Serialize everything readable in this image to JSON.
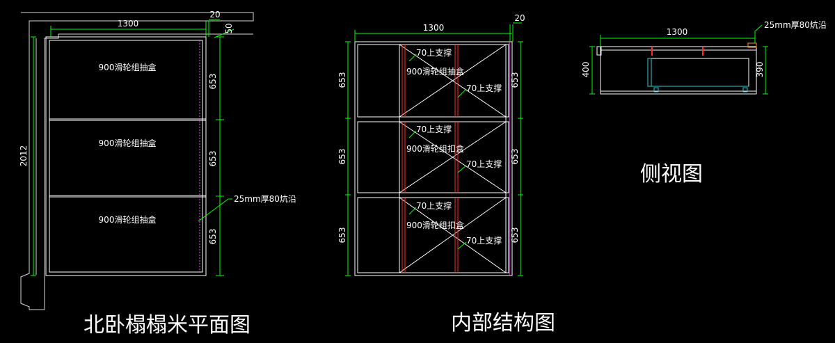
{
  "plan": {
    "title": "北卧榻榻米平面图",
    "width_dim": "1300",
    "edge_dim": "20",
    "top_dim": "50",
    "height_dim": "2012",
    "drawer_label": "900滑轮组抽盒",
    "section_dim": "653",
    "edge_note": "25mm厚80炕沿"
  },
  "structure": {
    "title": "内部结构图",
    "width_dim": "1300",
    "edge_dim": "20",
    "section_dim": "653",
    "support_label": "70上支撑",
    "drawer_label_1": "900滑轮组抽盒",
    "drawer_label_2": "900滑轮组扣盒",
    "drawer_label_3": "900滑轮组扣盒"
  },
  "side": {
    "title": "侧视图",
    "width_dim": "1300",
    "edge_note": "25mm厚80炕沿",
    "left_height_dim": "400",
    "right_height_dim": "390"
  },
  "colors": {
    "line": "#ffffff",
    "dimension": "#00ff00",
    "support": "#ff2a2a",
    "edge_strip": "#ff44ff",
    "hardware": "#33cccc",
    "wall": "#d9d9d9"
  }
}
